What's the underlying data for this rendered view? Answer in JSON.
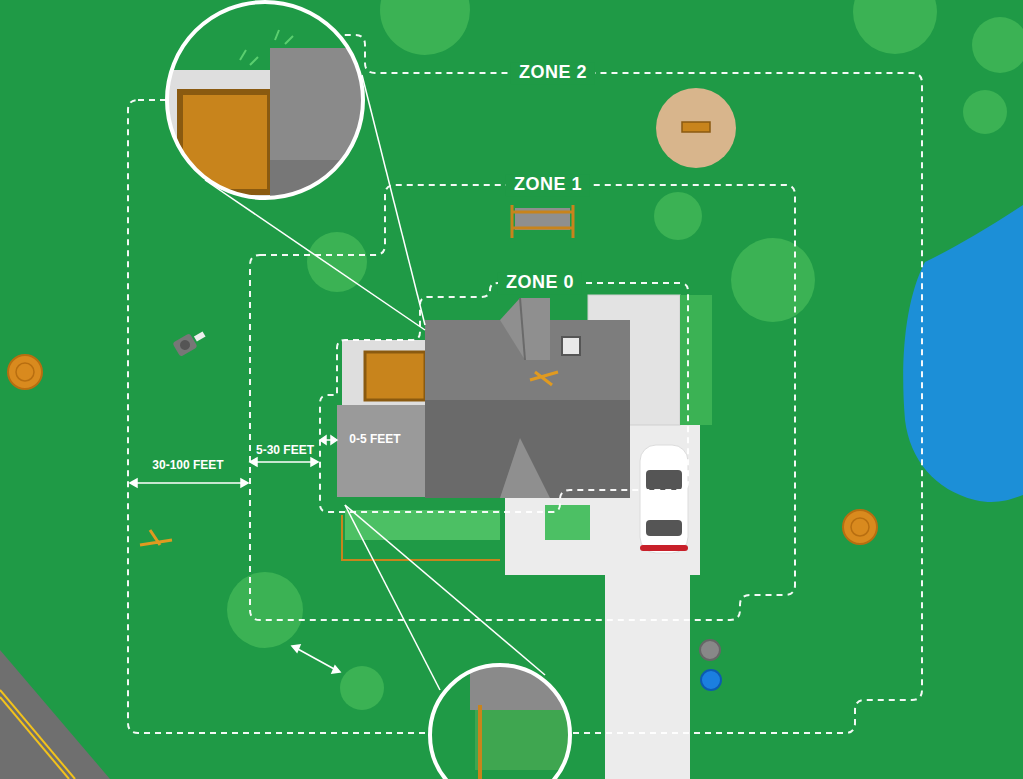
{
  "diagram": {
    "labels": [
      "ZONE 2",
      "ZONE 1",
      "ZONE 0",
      "30-100 FEET",
      "5-30 FEET",
      "0-5 FEET"
    ]
  }
}
